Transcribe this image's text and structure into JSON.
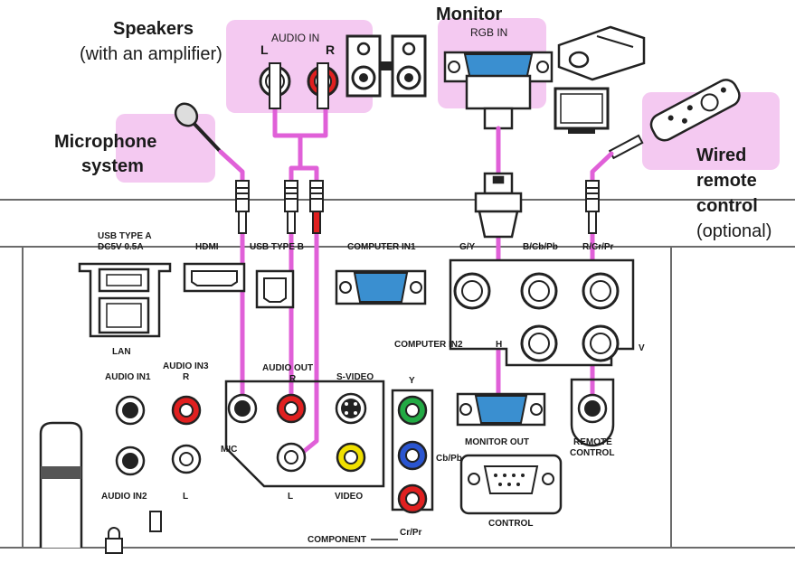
{
  "devices": {
    "speakers": {
      "title": "Speakers",
      "subtitle": "(with an amplifier)",
      "audio_in": "AUDIO IN",
      "left": "L",
      "right": "R"
    },
    "monitor": {
      "title": "Monitor",
      "rgb_in": "RGB IN"
    },
    "microphone": {
      "line1": "Microphone",
      "line2": "system"
    },
    "remote": {
      "line1": "Wired",
      "line2": "remote",
      "line3": "control",
      "note": "(optional)"
    }
  },
  "panel": {
    "usb_a_1": "USB TYPE A",
    "usb_a_2": "DC5V 0.5A",
    "hdmi": "HDMI",
    "usb_b": "USB TYPE B",
    "computer_in1": "COMPUTER IN1",
    "gy": "G/Y",
    "bcbpb": "B/Cb/Pb",
    "rcrpr": "R/Cr/Pr",
    "lan": "LAN",
    "computer_in2": "COMPUTER IN2",
    "h": "H",
    "v": "V",
    "audio_in1": "AUDIO IN1",
    "audio_in3": "AUDIO IN3",
    "audio_in3_r": "R",
    "audio_out": "AUDIO OUT",
    "audio_out_r": "R",
    "svideo": "S-VIDEO",
    "y": "Y",
    "mic": "MIC",
    "out_l": "L",
    "video": "VIDEO",
    "cbpb": "Cb/Pb",
    "crpr": "Cr/Pr",
    "component": "COMPONENT",
    "audio_in2": "AUDIO IN2",
    "in3_l": "L",
    "monitor_out": "MONITOR OUT",
    "remote_control_1": "REMOTE",
    "remote_control_2": "CONTROL",
    "control": "CONTROL"
  },
  "colors": {
    "cable": "#e060d8",
    "highlight": "#f4c9f1",
    "rca_red": "#e02020",
    "rca_green": "#22aa44",
    "rca_blue": "#2a55d0",
    "rca_yellow": "#f0e000",
    "vga_blue": "#3a8fd0"
  }
}
